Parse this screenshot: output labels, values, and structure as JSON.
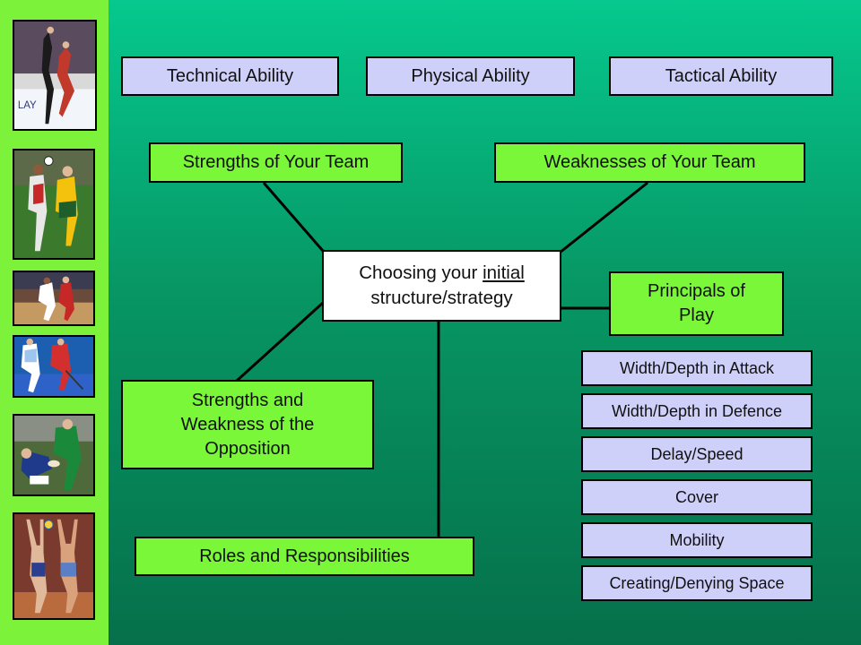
{
  "abilities": [
    "Technical Ability",
    "Physical Ability",
    "Tactical Ability"
  ],
  "team": {
    "strengths": "Strengths of Your Team",
    "weaknesses": "Weaknesses of Your Team"
  },
  "center": {
    "line1_before": "Choosing your ",
    "line1_emphasis": "initial",
    "line2": "structure/strategy"
  },
  "principals": {
    "title": "Principals of Play"
  },
  "opposition": "Strengths and Weakness of the Opposition",
  "roles": "Roles and Responsibilities",
  "principles_list": [
    "Width/Depth in Attack",
    "Width/Depth in Defence",
    "Delay/Speed",
    "Cover",
    "Mobility",
    "Creating/Denying Space"
  ],
  "colors": {
    "sidebar": "#7cf33a",
    "background_top": "#05c98e",
    "background_bottom": "#06704b",
    "lavender_box": "#cfd0fa",
    "green_box": "#79f738"
  },
  "sidebar_photos": [
    "figure-skating-photo",
    "football-photo",
    "basketball-photo",
    "hockey-photo",
    "rugby-photo",
    "volleyball-photo"
  ]
}
